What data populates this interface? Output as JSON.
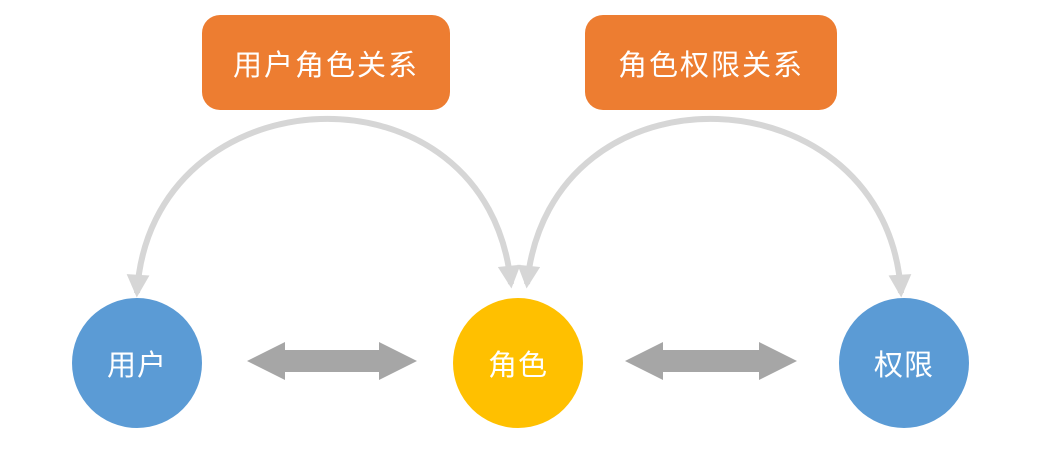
{
  "diagram": {
    "relationships": [
      {
        "id": "user-role",
        "label": "用户角色关系"
      },
      {
        "id": "role-permission",
        "label": "角色权限关系"
      }
    ],
    "nodes": [
      {
        "id": "user",
        "label": "用户",
        "color": "#5B9BD5"
      },
      {
        "id": "role",
        "label": "角色",
        "color": "#FFC000"
      },
      {
        "id": "permission",
        "label": "权限",
        "color": "#5B9BD5"
      }
    ],
    "colors": {
      "relationship_box": "#ED7D31",
      "label_text": "#FFFFFF",
      "curved_arrow": "#D6D6D6",
      "double_arrow": "#A6A6A6",
      "background": "#FFFFFF"
    }
  }
}
